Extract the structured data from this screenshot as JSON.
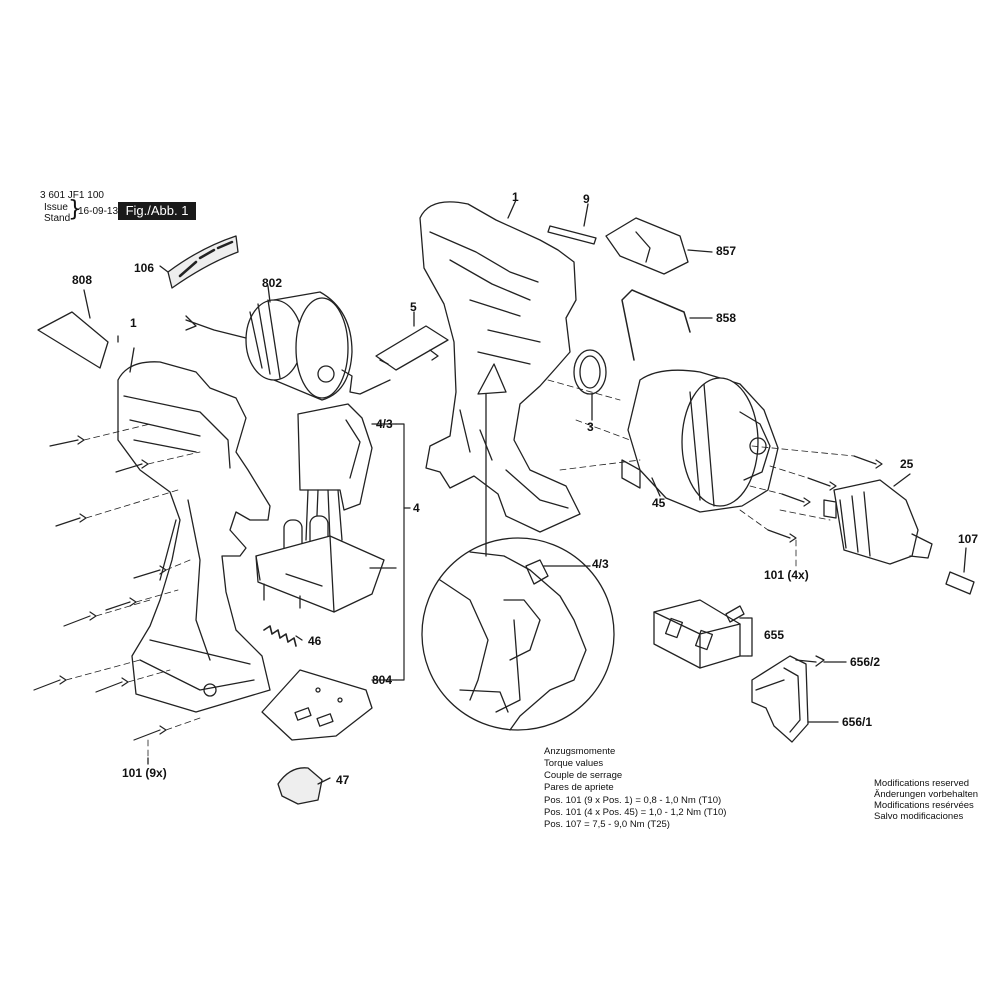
{
  "header": {
    "code": "3 601 JF1 100",
    "issue_label": "Issue",
    "stand_label": "Stand",
    "date": "16-09-13",
    "figure": "Fig./Abb. 1"
  },
  "parts": {
    "p808": "808",
    "p106": "106",
    "p802": "802",
    "p1_left": "1",
    "p5": "5",
    "p1_right": "1",
    "p9": "9",
    "p857": "857",
    "p858": "858",
    "p3": "3",
    "p4_3_top": "4/3",
    "p4": "4",
    "p45": "45",
    "p25": "25",
    "p107": "107",
    "p101_4x": "101 (4x)",
    "p4_3_detail": "4/3",
    "p655": "655",
    "p656_2": "656/2",
    "p656_1": "656/1",
    "p46": "46",
    "p804": "804",
    "p101_9x": "101 (9x)",
    "p47": "47"
  },
  "torque": {
    "line1": "Anzugsmomente",
    "line2": "Torque values",
    "line3": "Couple de serrage",
    "line4": "Pares de apriete",
    "line5": "Pos. 101 (9 x Pos. 1)   = 0,8 - 1,0 Nm (T10)",
    "line6": "Pos. 101 (4 x Pos. 45) = 1,0 - 1,2 Nm (T10)",
    "line7": "Pos. 107  = 7,5 - 9,0 Nm (T25)"
  },
  "modifications": {
    "line1": "Modifications reserved",
    "line2": "Änderungen vorbehalten",
    "line3": "Modifications resérvées",
    "line4": "Salvo modificaciones"
  }
}
